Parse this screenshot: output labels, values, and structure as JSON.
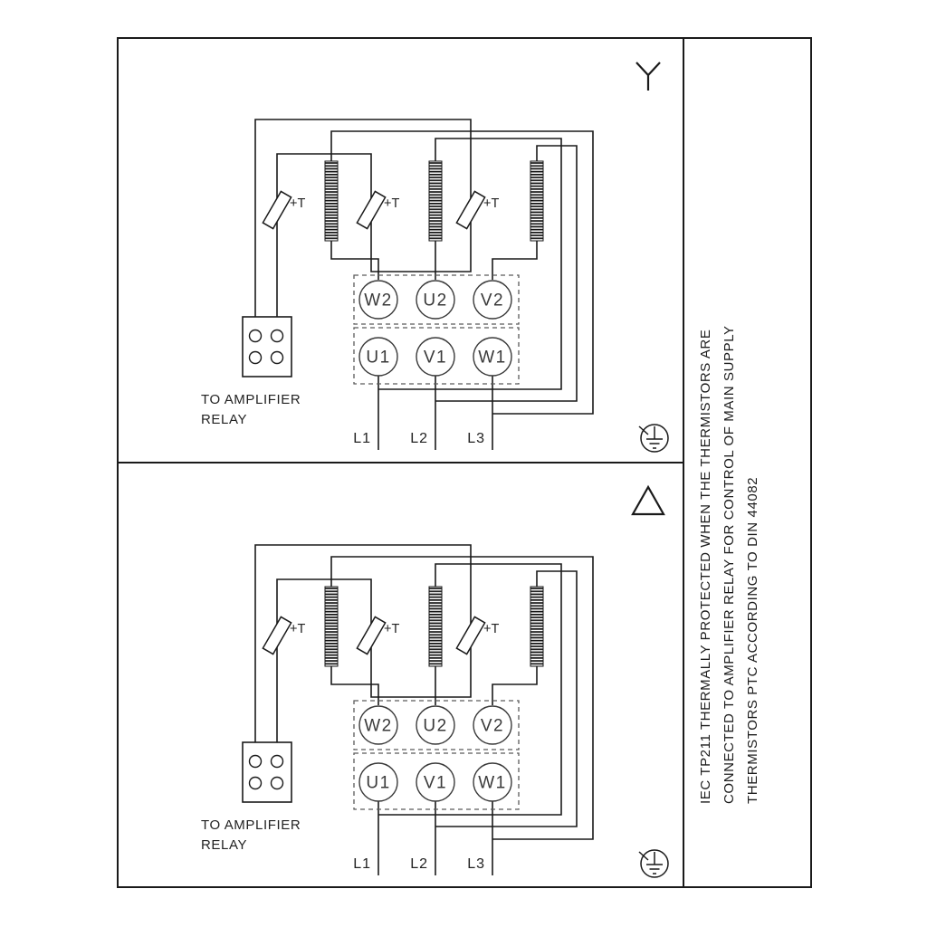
{
  "colors": {
    "line": "#1a1a1a",
    "background": "#ffffff",
    "terminal_stroke": "#3a3a3a"
  },
  "panels": [
    {
      "name": "star-connection-panel",
      "corner_symbol": "star-icon",
      "terminals_top": [
        "W2",
        "U2",
        "V2"
      ],
      "terminals_bottom": [
        "U1",
        "V1",
        "W1"
      ],
      "thermistor_label": "+T",
      "relay_caption_line1": "TO AMPLIFIER",
      "relay_caption_line2": "RELAY",
      "supply_labels": [
        "L1",
        "L2",
        "L3"
      ],
      "ground_symbol": "protective-earth-icon"
    },
    {
      "name": "delta-connection-panel",
      "corner_symbol": "delta-icon",
      "terminals_top": [
        "W2",
        "U2",
        "V2"
      ],
      "terminals_bottom": [
        "U1",
        "V1",
        "W1"
      ],
      "thermistor_label": "+T",
      "relay_caption_line1": "TO AMPLIFIER",
      "relay_caption_line2": "RELAY",
      "supply_labels": [
        "L1",
        "L2",
        "L3"
      ],
      "ground_symbol": "protective-earth-icon"
    }
  ],
  "side_note": {
    "lines": [
      "IEC TP211 THERMALLY PROTECTED WHEN THE THERMISTORS ARE",
      "CONNECTED TO AMPLIFIER RELAY FOR CONTROL OF MAIN SUPPLY",
      "THERMISTORS PTC ACCORDING TO DIN 44082"
    ]
  }
}
